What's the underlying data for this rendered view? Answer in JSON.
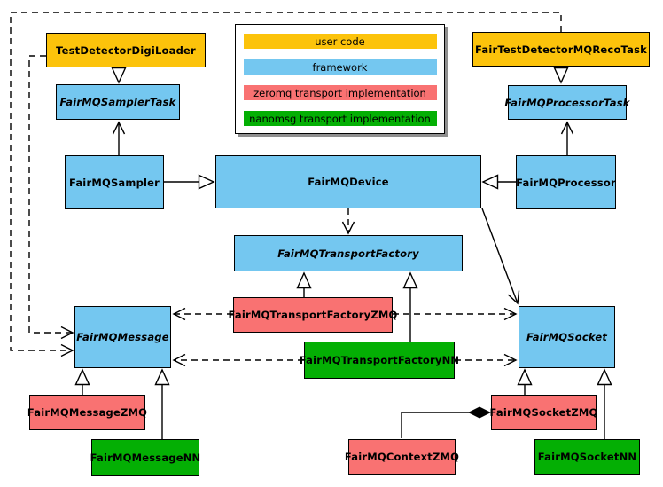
{
  "colors": {
    "user_code": "#FCC30B",
    "framework": "#74C7F0",
    "zeromq": "#F97272",
    "nanomsg": "#04AF04",
    "line": "#000000"
  },
  "legend": {
    "items": [
      {
        "label": "user code"
      },
      {
        "label": "framework"
      },
      {
        "label": "zeromq transport implementation"
      },
      {
        "label": "nanomsg transport implementation"
      }
    ]
  },
  "nodes": {
    "digiLoader": {
      "label": "TestDetectorDigiLoader",
      "category": "user code"
    },
    "recoTask": {
      "label": "FairTestDetectorMQRecoTask",
      "category": "user code"
    },
    "samplerTask": {
      "label": "FairMQSamplerTask",
      "category": "framework",
      "abstract": true
    },
    "processorTask": {
      "label": "FairMQProcessorTask",
      "category": "framework",
      "abstract": true
    },
    "sampler": {
      "label": "FairMQSampler",
      "category": "framework"
    },
    "device": {
      "label": "FairMQDevice",
      "category": "framework"
    },
    "processor": {
      "label": "FairMQProcessor",
      "category": "framework"
    },
    "transportFactory": {
      "label": "FairMQTransportFactory",
      "category": "framework",
      "abstract": true
    },
    "transportFactoryZMQ": {
      "label": "FairMQTransportFactoryZMQ",
      "category": "zeromq"
    },
    "transportFactoryNN": {
      "label": "FairMQTransportFactoryNN",
      "category": "nanomsg"
    },
    "message": {
      "label": "FairMQMessage",
      "category": "framework",
      "abstract": true
    },
    "socket": {
      "label": "FairMQSocket",
      "category": "framework",
      "abstract": true
    },
    "messageZMQ": {
      "label": "FairMQMessageZMQ",
      "category": "zeromq"
    },
    "messageNN": {
      "label": "FairMQMessageNN",
      "category": "nanomsg"
    },
    "socketZMQ": {
      "label": "FairMQSocketZMQ",
      "category": "zeromq"
    },
    "socketNN": {
      "label": "FairMQSocketNN",
      "category": "nanomsg"
    },
    "contextZMQ": {
      "label": "FairMQContextZMQ",
      "category": "zeromq"
    }
  },
  "edges": [
    {
      "from": "TestDetectorDigiLoader",
      "to": "FairMQSamplerTask",
      "style": "solid-hollow-triangle"
    },
    {
      "from": "FairTestDetectorMQRecoTask",
      "to": "FairMQProcessorTask",
      "style": "solid-hollow-triangle"
    },
    {
      "from": "FairMQSampler",
      "to": "FairMQSamplerTask",
      "style": "solid-open-arrow"
    },
    {
      "from": "FairMQProcessor",
      "to": "FairMQProcessorTask",
      "style": "solid-open-arrow"
    },
    {
      "from": "FairMQSampler",
      "to": "FairMQDevice",
      "style": "solid-hollow-triangle"
    },
    {
      "from": "FairMQProcessor",
      "to": "FairMQDevice",
      "style": "solid-hollow-triangle"
    },
    {
      "from": "FairMQDevice",
      "to": "FairMQTransportFactory",
      "style": "dashed-open-arrow"
    },
    {
      "from": "FairMQDevice",
      "to": "FairMQSocket",
      "style": "solid-open-arrow"
    },
    {
      "from": "TestDetectorDigiLoader",
      "to": "FairMQMessage",
      "style": "dashed-open-arrow"
    },
    {
      "from": "FairTestDetectorMQRecoTask",
      "to": "FairMQMessage",
      "style": "dashed-open-arrow"
    },
    {
      "from": "FairMQTransportFactoryZMQ",
      "to": "FairMQTransportFactory",
      "style": "solid-hollow-triangle"
    },
    {
      "from": "FairMQTransportFactoryNN",
      "to": "FairMQTransportFactory",
      "style": "solid-hollow-triangle"
    },
    {
      "from": "FairMQTransportFactoryZMQ",
      "to": "FairMQMessage",
      "style": "dashed-open-arrow"
    },
    {
      "from": "FairMQTransportFactoryZMQ",
      "to": "FairMQSocket",
      "style": "dashed-open-arrow"
    },
    {
      "from": "FairMQTransportFactoryNN",
      "to": "FairMQMessage",
      "style": "dashed-open-arrow"
    },
    {
      "from": "FairMQTransportFactoryNN",
      "to": "FairMQSocket",
      "style": "dashed-open-arrow"
    },
    {
      "from": "FairMQMessageZMQ",
      "to": "FairMQMessage",
      "style": "solid-hollow-triangle"
    },
    {
      "from": "FairMQMessageNN",
      "to": "FairMQMessage",
      "style": "solid-hollow-triangle"
    },
    {
      "from": "FairMQSocketZMQ",
      "to": "FairMQSocket",
      "style": "solid-hollow-triangle"
    },
    {
      "from": "FairMQSocketNN",
      "to": "FairMQSocket",
      "style": "solid-hollow-triangle"
    },
    {
      "from": "FairMQContextZMQ",
      "to": "FairMQSocketZMQ",
      "style": "solid-filled-diamond"
    }
  ]
}
